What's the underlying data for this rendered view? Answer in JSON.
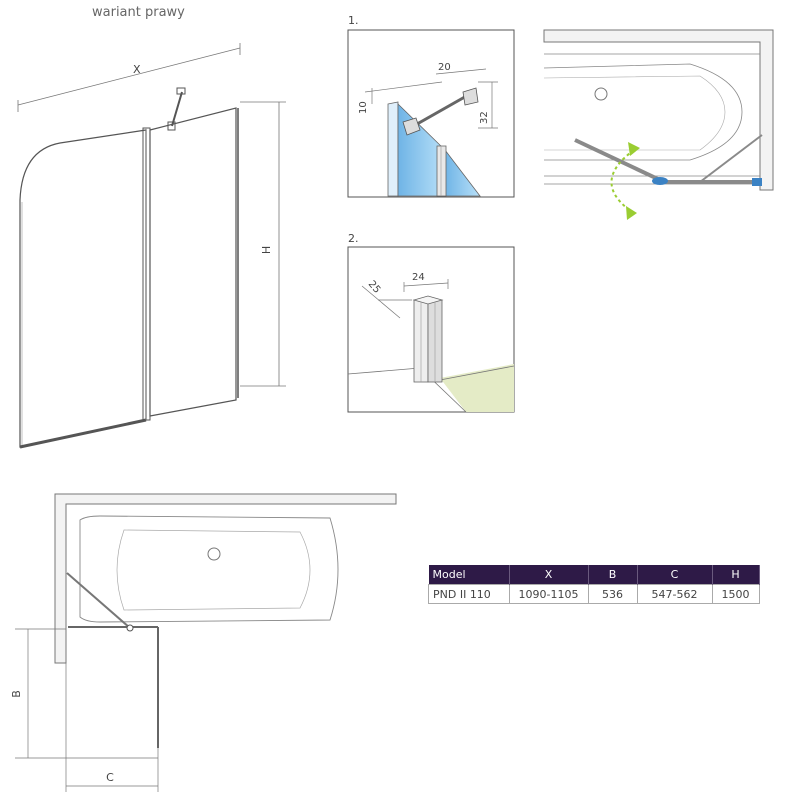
{
  "caption": "wariant prawy",
  "elevation": {
    "dim_x": "X",
    "dim_h": "H"
  },
  "detail1": {
    "number": "1.",
    "dim_20": "20",
    "dim_10": "10",
    "dim_32": "32"
  },
  "detail2": {
    "number": "2.",
    "dim_25": "25",
    "dim_24": "24"
  },
  "plan": {
    "dim_b": "B",
    "dim_c": "C"
  },
  "colors": {
    "glass_blue": "#8ec9ee",
    "bathtub_green": "#e4ebc6",
    "arrow_green": "#9acd32",
    "hinge_blue": "#3b82c4",
    "table_header": "#2e1a47"
  },
  "spec_table": {
    "headers": [
      "Model",
      "X",
      "B",
      "C",
      "H"
    ],
    "rows": [
      [
        "PND II 110",
        "1090-1105",
        "536",
        "547-562",
        "1500"
      ]
    ]
  }
}
